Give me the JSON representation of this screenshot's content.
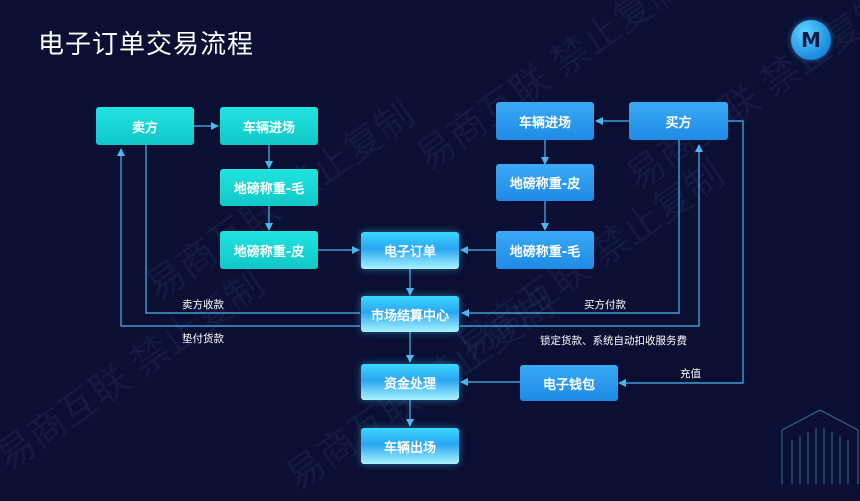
{
  "title": "电子订单交易流程",
  "logo_letter": "M",
  "watermark": "易商互联 禁止复制",
  "nodes": {
    "seller": "卖方",
    "seller_vehicle_entry": "车辆进场",
    "seller_weigh_gross": "地磅称重-毛",
    "seller_weigh_tare": "地磅称重-皮",
    "buyer": "买方",
    "buyer_vehicle_entry": "车辆进场",
    "buyer_weigh_tare": "地磅称重-皮",
    "buyer_weigh_gross": "地磅称重-毛",
    "e_order": "电子订单",
    "settlement_center": "市场结算中心",
    "fund_processing": "资金处理",
    "vehicle_exit": "车辆出场",
    "e_wallet": "电子钱包"
  },
  "edge_labels": {
    "seller_collect": "卖方收款",
    "advance_payment": "垫付货款",
    "buyer_pay": "买方付款",
    "lock_payment": "锁定货款、系统自动扣收服务费",
    "recharge": "充值"
  },
  "colors": {
    "background": "#0a0f33",
    "teal": "#16d6d6",
    "blue": "#2a9bef",
    "line": "#4ab8f0"
  }
}
